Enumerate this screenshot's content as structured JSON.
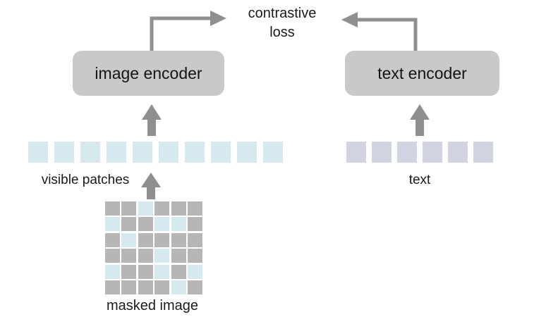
{
  "diagram": {
    "loss_label": {
      "line1": "contrastive",
      "line2": "loss"
    },
    "image_branch": {
      "encoder_label": "image encoder",
      "tokens_caption": "visible patches",
      "visible_token_count": 10,
      "masked_image_caption": "masked image",
      "mask_grid": {
        "rows": 6,
        "cols": 6,
        "pattern": [
          [
            "masked",
            "masked",
            "visible",
            "masked",
            "masked",
            "masked"
          ],
          [
            "visible",
            "masked",
            "masked",
            "visible",
            "visible",
            "masked"
          ],
          [
            "masked",
            "visible",
            "masked",
            "masked",
            "masked",
            "masked"
          ],
          [
            "masked",
            "masked",
            "masked",
            "visible",
            "masked",
            "masked"
          ],
          [
            "visible",
            "masked",
            "masked",
            "visible",
            "masked",
            "visible"
          ],
          [
            "masked",
            "masked",
            "masked",
            "masked",
            "visible",
            "masked"
          ]
        ]
      }
    },
    "text_branch": {
      "encoder_label": "text encoder",
      "tokens_caption": "text",
      "text_token_count": 6
    },
    "palette": {
      "encoder_box": "#c9c9c9",
      "visible_patch": "#d6e9ee",
      "text_token": "#d3d4e2",
      "masked_patch": "#b6b6b6",
      "arrow": "#8f8f8f",
      "label_text": "#1a1a1a"
    }
  }
}
